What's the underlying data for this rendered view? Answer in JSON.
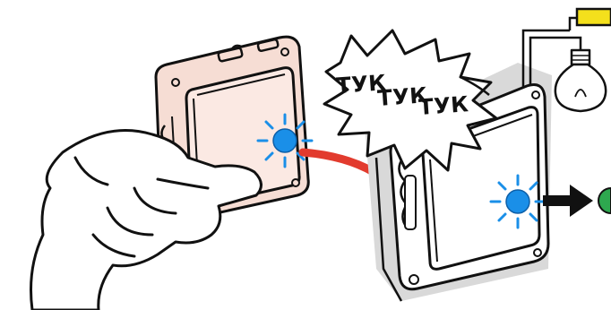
{
  "illustration": {
    "sound_words": [
      "ТУК",
      "ТУК",
      "ТУК"
    ],
    "colors": {
      "outline": "#111111",
      "switch_tint": "#f6ddd4",
      "shadow_gray": "#d9d9d9",
      "led_blue": "#1a8fe8",
      "led_rays": "#1a8fe8",
      "arrow_red": "#e23b2e",
      "wire_yellow": "#f4e01c",
      "indicator_green": "#2ea84f"
    },
    "icons": [
      "hand",
      "switch-frame",
      "led-indicator",
      "speech-bubble",
      "red-arrow",
      "light-bulb",
      "black-arrow"
    ]
  }
}
